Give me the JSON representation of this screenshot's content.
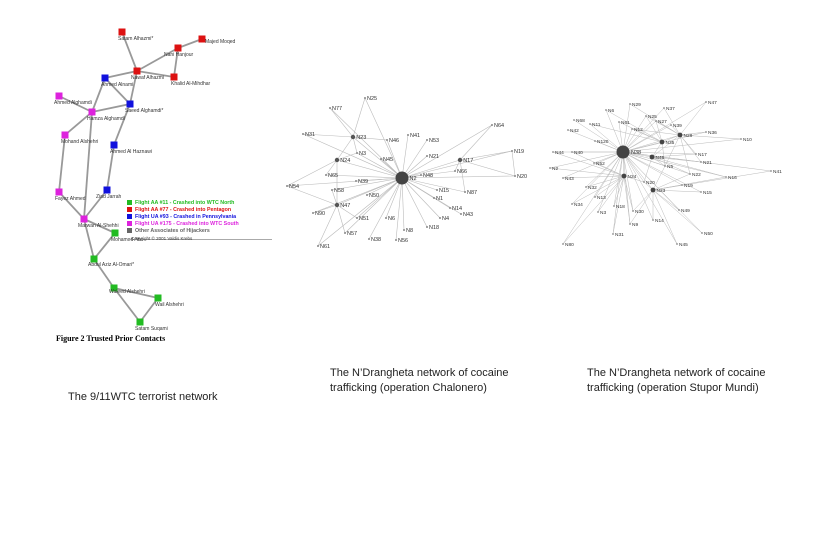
{
  "panels": [
    {
      "caption": "The 9/11WTC terrorist network",
      "figure_label": "Figure 2  Trusted Prior Contacts",
      "copyright": "Copyright © 2001 Valdis Krebs",
      "legend": [
        {
          "label": "Flight AA #11 - Crashed into WTC North",
          "color": "#22bb22"
        },
        {
          "label": "Flight AA #77 - Crashed into Pentagon",
          "color": "#dd1111"
        },
        {
          "label": "Flight UA #93 - Crashed in Pennsylvania",
          "color": "#1111dd"
        },
        {
          "label": "Flight UA #175 - Crashed into WTC South",
          "color": "#dd22dd"
        },
        {
          "label": "Other Associates of Hijackers",
          "color": "#666666"
        }
      ],
      "nodes": [
        {
          "label": "Satam Alhazmi*",
          "color": "#dd1111"
        },
        {
          "label": "Majed Moqed",
          "color": "#dd1111"
        },
        {
          "label": "Nani Hanjour",
          "color": "#dd1111"
        },
        {
          "label": "Nawaf Alhazmi",
          "color": "#dd1111"
        },
        {
          "label": "Khalid Al-Mihdhar",
          "color": "#dd1111"
        },
        {
          "label": "Ahmed Alnami",
          "color": "#1111dd"
        },
        {
          "label": "Ahmed Alghamdi",
          "color": "#dd22dd"
        },
        {
          "label": "Saeed Alghamdi*",
          "color": "#1111dd"
        },
        {
          "label": "Hamza Alghamdi",
          "color": "#dd22dd"
        },
        {
          "label": "Mohand Alshehri",
          "color": "#dd22dd"
        },
        {
          "label": "Ahmed Al Haznawi",
          "color": "#1111dd"
        },
        {
          "label": "Ziad Jarrah",
          "color": "#1111dd"
        },
        {
          "label": "Fayez Ahmed",
          "color": "#dd22dd"
        },
        {
          "label": "Marwan Al-Shehhi",
          "color": "#dd22dd"
        },
        {
          "label": "Mohamed Atta",
          "color": "#22bb22"
        },
        {
          "label": "Abdul Aziz Al-Omari*",
          "color": "#22bb22"
        },
        {
          "label": "Waleed Alshehri",
          "color": "#22bb22"
        },
        {
          "label": "Wail Alshehri",
          "color": "#22bb22"
        },
        {
          "label": "Satam Suqami",
          "color": "#22bb22"
        }
      ]
    },
    {
      "caption": "The N’Drangheta network of cocaine trafficking (operation Chalonero)",
      "big_node": "N2",
      "medium_nodes": [
        "N23",
        "N24",
        "N47",
        "N17"
      ],
      "nodes": [
        "N25",
        "N77",
        "N31",
        "N23",
        "N46",
        "N41",
        "N53",
        "N64",
        "N3",
        "N45",
        "N21",
        "N24",
        "N48",
        "N17",
        "N19",
        "N66",
        "N65",
        "N39",
        "N2",
        "N15",
        "N87",
        "N20",
        "N58",
        "N50",
        "N54",
        "N47",
        "N1",
        "N14",
        "N4",
        "N43",
        "N51",
        "N6",
        "N18",
        "N90",
        "N57",
        "N8",
        "N38",
        "N56",
        "N61"
      ]
    },
    {
      "caption": "The N’Drangheta network of cocaine trafficking (operation Stupor Mundi)",
      "big_node": "N38",
      "nodes": [
        "N29",
        "N37",
        "N47",
        "N6",
        "N25",
        "N68",
        "N61",
        "N27",
        "N11",
        "N12",
        "N39",
        "N42",
        "N28",
        "N10",
        "N36",
        "N35",
        "N120",
        "N44",
        "N40",
        "N46",
        "N17",
        "N2",
        "N52",
        "N21",
        "N5",
        "N43",
        "N24",
        "N22",
        "N41",
        "N32",
        "N20",
        "N16",
        "N13",
        "N23",
        "N19",
        "N15",
        "N34",
        "N18",
        "N30",
        "N3",
        "N49",
        "N14",
        "N9",
        "N31",
        "N50",
        "N80",
        "N45"
      ]
    }
  ]
}
